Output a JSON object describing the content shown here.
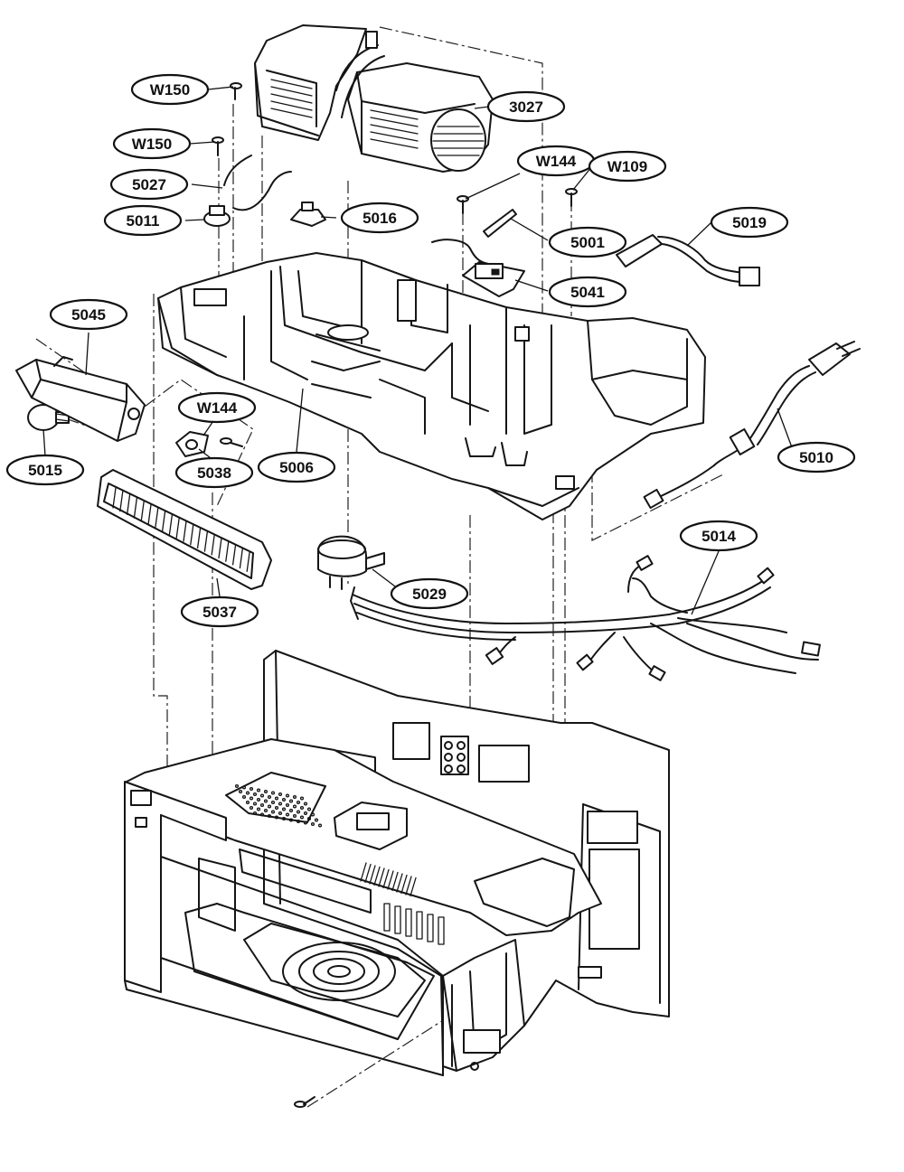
{
  "parts": [
    {
      "key": "W150a",
      "label": "W150"
    },
    {
      "key": "3027",
      "label": "3027"
    },
    {
      "key": "W150b",
      "label": "W150"
    },
    {
      "key": "W144a",
      "label": "W144"
    },
    {
      "key": "W109",
      "label": "W109"
    },
    {
      "key": "5027",
      "label": "5027"
    },
    {
      "key": "5011",
      "label": "5011"
    },
    {
      "key": "5016",
      "label": "5016"
    },
    {
      "key": "5001",
      "label": "5001"
    },
    {
      "key": "5019",
      "label": "5019"
    },
    {
      "key": "5041",
      "label": "5041"
    },
    {
      "key": "5045",
      "label": "5045"
    },
    {
      "key": "W144b",
      "label": "W144"
    },
    {
      "key": "5010",
      "label": "5010"
    },
    {
      "key": "5015",
      "label": "5015"
    },
    {
      "key": "5038",
      "label": "5038"
    },
    {
      "key": "5006",
      "label": "5006"
    },
    {
      "key": "5014",
      "label": "5014"
    },
    {
      "key": "5029",
      "label": "5029"
    },
    {
      "key": "5037",
      "label": "5037"
    }
  ]
}
